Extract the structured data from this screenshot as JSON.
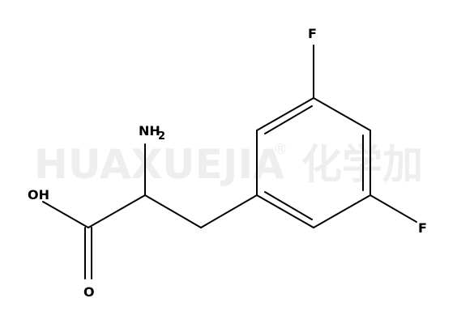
{
  "watermark": {
    "text": "HUAXUEJIA",
    "registered": "®",
    "chinese": "化学加"
  },
  "atoms": {
    "fluorine_top": "F",
    "fluorine_right": "F",
    "amine_main": "NH",
    "amine_subscript": "2",
    "hydroxyl": "OH",
    "carbonyl_oxygen": "O"
  },
  "colors": {
    "bond": "#000000",
    "label": "#000000",
    "watermark": "#eeeeee",
    "background": "#ffffff"
  }
}
